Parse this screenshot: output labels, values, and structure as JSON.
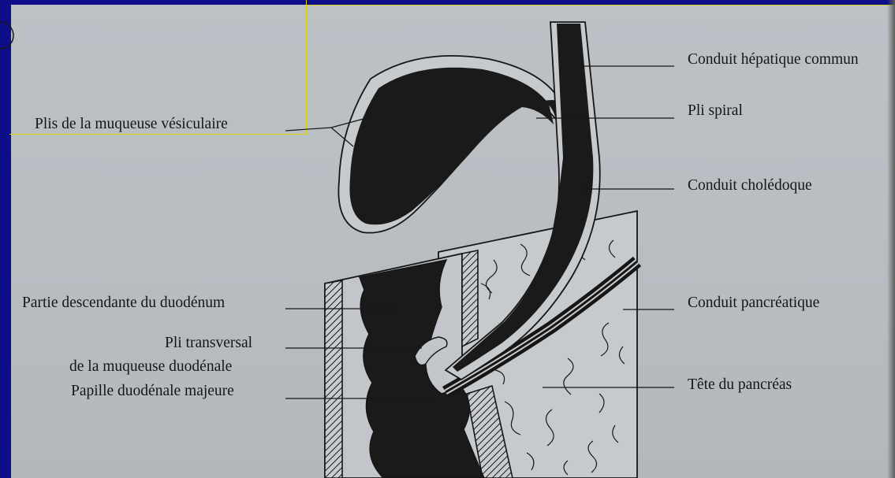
{
  "labels": {
    "gallbladder_folds": "Plis de la muqueuse vésiculaire",
    "duodenum_descending": "Partie descendante du duodénum",
    "transverse_fold_line1": "Pli transversal",
    "transverse_fold_line2": "de la muqueuse duodénale",
    "major_papilla": "Papille duodénale majeure",
    "common_hepatic_duct": "Conduit hépatique commun",
    "spiral_fold": "Pli spiral",
    "common_bile_duct": "Conduit cholédoque",
    "pancreatic_duct": "Conduit pancréatique",
    "pancreas_head": "Tête du pancréas"
  },
  "colors": {
    "slide_background": "#0e0e8a",
    "paper": "#b9bec3",
    "ink": "#161616",
    "frame_accent": "#d8d800"
  }
}
